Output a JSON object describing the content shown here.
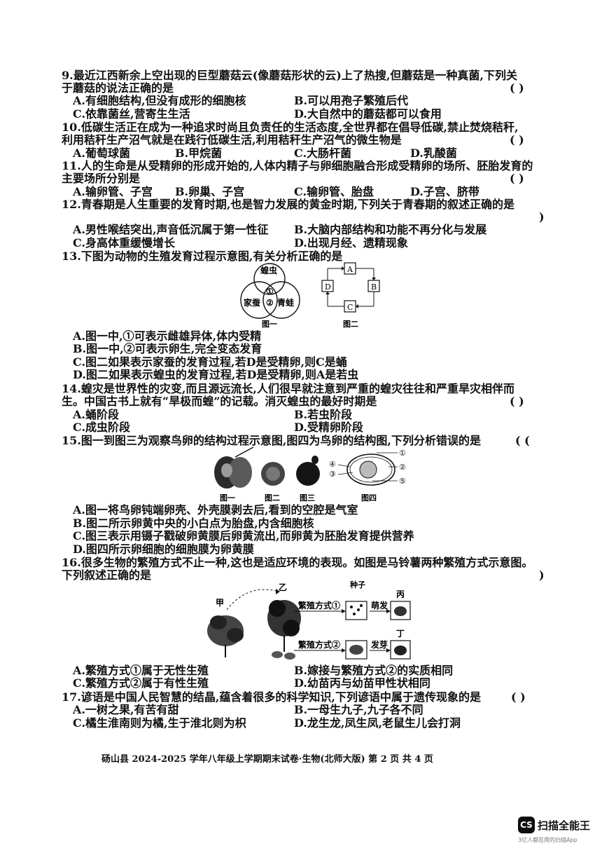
{
  "q9": {
    "stem1": "9.最近江西新余上空出现的巨型蘑菇云(像蘑菇形状的云)上了热搜,但蘑菇是一种真菌,下列关",
    "stem2": "于蘑菇的说法正确的是",
    "paren": "(      )",
    "a": "A.有细胞结构,但没有成形的细胞核",
    "b": "B.可以用孢子繁殖后代",
    "c": "C.依靠菌丝,营寄生生活",
    "d": "D.大自然中的蘑菇都可以食用"
  },
  "q10": {
    "stem1": "10.低碳生活正在成为一种追求时尚且负责任的生活态度,全世界都在倡导低碳,禁止焚烧秸秆,",
    "stem2": "利用秸秆生产沼气就是在践行低碳生活,利用秸秆生产沼气的微生物是",
    "paren": "(      )",
    "a": "A.葡萄球菌",
    "b": "B.甲烷菌",
    "c": "C.大肠杆菌",
    "d": "D.乳酸菌"
  },
  "q11": {
    "stem1": "11.人的生命是从受精卵的形成开始的,人体内精子与卵细胞融合形成受精卵的场所、胚胎发育的",
    "stem2": "主要场所分别是",
    "paren": "(      )",
    "a": "A.输卵管、子宫",
    "b": "B.卵巢、子宫",
    "c": "C.输卵管、胎盘",
    "d": "D.子宫、脐带"
  },
  "q12": {
    "stem1": "12.青春期是人生重要的发育时期,也是智力发展的黄金时期,下列关于青春期的叙述正确的是",
    "paren": ")",
    "a": "A.男性喉结突出,声音低沉属于第一性征",
    "b": "B.大脑内部结构和功能不再分化与发展",
    "c": "C.身高体重缓慢增长",
    "d": "D.出现月经、遗精现象"
  },
  "q13": {
    "stem1": "13.下图为动物的生殖发育过程示意图,有关分析正确的是",
    "venn_top": "蝗虫",
    "venn_left": "家蚕",
    "venn_right": "青蛙",
    "venn_1": "①",
    "venn_2": "②",
    "fig1": "图一",
    "fig2": "图二",
    "box_a": "A",
    "box_b": "B",
    "box_c": "C",
    "box_d": "D",
    "a": "A.图一中,①可表示雌雄异体,体内受精",
    "b": "B.图一中,②可表示卵生,完全变态发育",
    "c": "C.图二如果表示家蚕的发育过程,若D是受精卵,则C是蛹",
    "d": "D.图二如果表示蝗虫的发育过程,若D是受精卵,则A是若虫"
  },
  "q14": {
    "stem1": "14.蝗灾是世界性的灾变,而且源远流长,人们很早就注意到严重的蝗灾往往和严重旱灾相伴而",
    "stem2": "生。中国古书上就有“旱极而蝗”的记载。消灭蝗虫的最好时期是",
    "paren": "(      )",
    "a": "A.蛹阶段",
    "b": "B.若虫阶段",
    "c": "C.成虫阶段",
    "d": "D.受精卵阶段"
  },
  "q15": {
    "stem1": "15.图一到图三为观察鸟卵的结构过程示意图,图四为鸟卵的结构图,下列分析错误的是",
    "paren": "( (",
    "fig1": "图一",
    "fig2": "图二",
    "fig3": "图三",
    "fig4": "图四",
    "l1": "①",
    "l2": "②",
    "l3": "③",
    "l4": "④",
    "l5": "⑤",
    "a": "A.图一将鸟卵钝端卵壳、外壳膜剥去后,看到的空腔是气室",
    "b": "B.图二所示卵黄中央的小白点为胎盘,内含细胞核",
    "c": "C.图三表示用镊子戳破卵黄膜后卵黄流出,而卵黄为胚胎发育提供营养",
    "d": "D.图四所示卵细胞的细胞膜为卵黄膜"
  },
  "q16": {
    "stem1": "16.很多生物的繁殖方式不止一种,这也是适应环境的表现。如图是马铃薯两种繁殖方式示意图。",
    "stem2": "下列叙述正确的是",
    "paren": ")",
    "jia": "甲",
    "yi": "乙",
    "seed": "种子",
    "bing": "丙",
    "ding": "丁",
    "way1": "繁殖方式①",
    "way2": "繁殖方式②",
    "germ1": "萌发",
    "germ2": "发芽",
    "a": "A.繁殖方式①属于无性生殖",
    "b": "B.嫁接与繁殖方式②的实质相同",
    "c": "C.繁殖方式②属于有性生殖",
    "d": "D.幼苗丙与幼苗甲性状相同"
  },
  "q17": {
    "stem1": "17.谚语是中国人民智慧的结晶,蕴含着很多的科学知识,下列谚语中属于遗传现象的是",
    "paren": "(    )",
    "a": "A.一树之果,有苦有甜",
    "b": "B.一母生九子,九子各不同",
    "c": "C.橘生淮南则为橘,生于淮北则为枳",
    "d": "D.龙生龙,凤生凤,老鼠生儿会打洞"
  },
  "footer": "砀山县 2024-2025 学年八年级上学期期末试卷·生物(北师大版)    第 2 页    共 4 页",
  "watermark": {
    "logo": "CS",
    "name": "扫描全能王",
    "slogan": "3亿人都在用的扫描App"
  }
}
